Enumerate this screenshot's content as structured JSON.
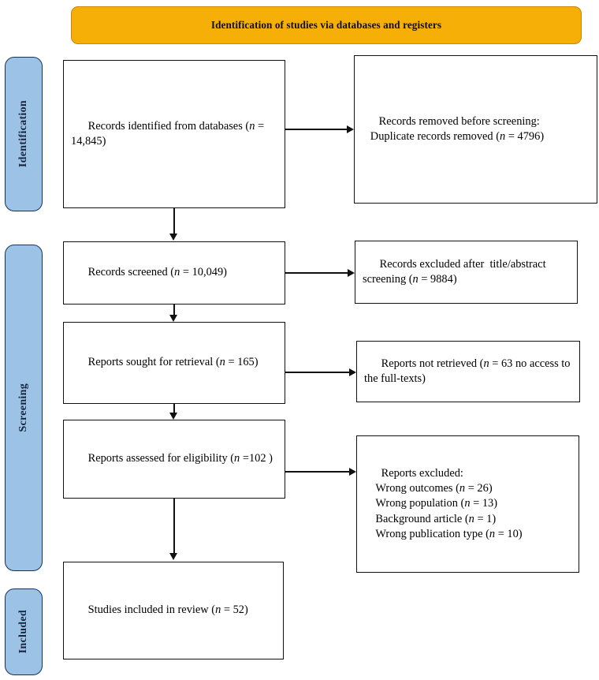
{
  "diagram": {
    "type": "prisma-flow-diagram",
    "banner": {
      "label": "Identification of studies via databases and registers",
      "color": "#F6AF06"
    },
    "phases": [
      {
        "id": "identification",
        "label": "Identification",
        "color": "#9CC3E5"
      },
      {
        "id": "screening",
        "label": "Screening",
        "color": "#9CC3E5"
      },
      {
        "id": "included",
        "label": "Included",
        "color": "#9CC3E5"
      }
    ],
    "boxes": {
      "records_identified": {
        "line1": "Records identified from databases (",
        "n_italic": "n",
        "line2": " = 14,845)",
        "count": 14845
      },
      "records_removed": {
        "line1": "Records removed before screening:",
        "line2_pre": "   Duplicate records removed (",
        "n_italic": "n",
        "line2_post": " = 4796)",
        "count": 4796
      },
      "records_screened": {
        "pre": "Records screened (",
        "n_italic": "n",
        "post": " = 10,049)",
        "count": 10049
      },
      "records_excluded": {
        "pre": "Records excluded after  title/abstract screening (",
        "n_italic": "n",
        "post": " = 9884)",
        "count": 9884
      },
      "reports_sought": {
        "pre": "Reports sought for retrieval (",
        "n_italic": "n",
        "post": " = 165)",
        "count": 165
      },
      "reports_not_retrieved": {
        "pre": "Reports not retrieved (",
        "n_italic": "n",
        "post": " = 63 no access to the full-texts)",
        "count": 63
      },
      "reports_assessed": {
        "pre": "Reports assessed for eligibility (",
        "n_italic": "n",
        "post": " =102 )",
        "count": 102
      },
      "reports_excluded": {
        "heading": "Reports excluded:",
        "items": [
          {
            "pre": "    Wrong outcomes (",
            "n_italic": "n",
            "post": " = 26)",
            "count": 26
          },
          {
            "pre": "    Wrong population (",
            "n_italic": "n",
            "post": " = 13)",
            "count": 13
          },
          {
            "pre": "    Background article (",
            "n_italic": "n",
            "post": " = 1)",
            "count": 1
          },
          {
            "pre": "    Wrong publication type (",
            "n_italic": "n",
            "post": " = 10)",
            "count": 10
          }
        ]
      },
      "studies_included": {
        "pre": "Studies included in review (",
        "n_italic": "n",
        "post": " = 52)",
        "count": 52
      }
    }
  }
}
